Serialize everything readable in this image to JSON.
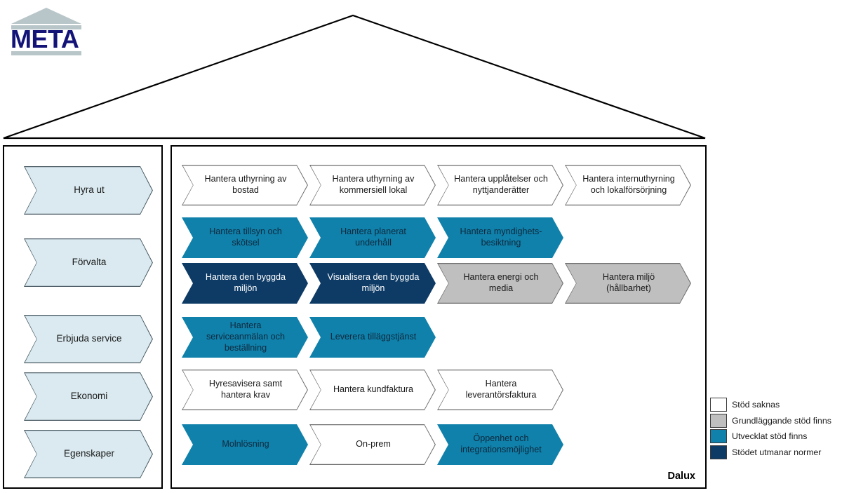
{
  "logo": {
    "text": "META",
    "icon": "pediment-logo-icon",
    "text_color": "#141478",
    "accent_color": "#b9c6c9"
  },
  "roof": {
    "icon": "house-roof-triangle-icon",
    "stroke_color": "#000000"
  },
  "sidebar": {
    "items": [
      {
        "label": "Hyra ut"
      },
      {
        "label": "Förvalta"
      },
      {
        "label": "Erbjuda service"
      },
      {
        "label": "Ekonomi"
      },
      {
        "label": "Egenskaper"
      }
    ]
  },
  "main": {
    "footer_label": "Dalux",
    "rows": [
      {
        "group": "hyra-ut",
        "cells": [
          {
            "label": "Hantera uthyrning av bostad",
            "status": "white",
            "width": 180
          },
          {
            "label": "Hantera uthyrning av kommersiell lokal",
            "status": "white",
            "width": 180
          },
          {
            "label": "Hantera upplåtelser och nyttjanderätter",
            "status": "white",
            "width": 180
          },
          {
            "label": "Hantera internuthyrning och lokalförsörjning",
            "status": "white",
            "width": 180
          }
        ]
      },
      {
        "group": "forvalta-1",
        "cells": [
          {
            "label": "Hantera tillsyn och skötsel",
            "status": "teal",
            "width": 180
          },
          {
            "label": "Hantera planerat underhåll",
            "status": "teal",
            "width": 180
          },
          {
            "label": "Hantera myndighets-besiktning",
            "status": "teal",
            "width": 180
          }
        ]
      },
      {
        "group": "forvalta-2",
        "cells": [
          {
            "label": "Hantera den byggda miljön",
            "status": "navy",
            "width": 180
          },
          {
            "label": "Visualisera den byggda miljön",
            "status": "navy",
            "width": 180
          },
          {
            "label": "Hantera energi och media",
            "status": "gray",
            "width": 180
          },
          {
            "label": "Hantera miljö (hållbarhet)",
            "status": "gray",
            "width": 180
          }
        ]
      },
      {
        "group": "erbjuda-service",
        "cells": [
          {
            "label": "Hantera serviceanmälan och beställning",
            "status": "teal",
            "width": 180
          },
          {
            "label": "Leverera tilläggstjänst",
            "status": "teal",
            "width": 180
          }
        ]
      },
      {
        "group": "ekonomi",
        "cells": [
          {
            "label": "Hyresavisera samt hantera krav",
            "status": "white",
            "width": 180
          },
          {
            "label": "Hantera kundfaktura",
            "status": "white",
            "width": 180
          },
          {
            "label": "Hantera leverantörsfaktura",
            "status": "white",
            "width": 180
          }
        ]
      },
      {
        "group": "egenskaper",
        "cells": [
          {
            "label": "Molnlösning",
            "status": "teal",
            "width": 180
          },
          {
            "label": "On-prem",
            "status": "white",
            "width": 180
          },
          {
            "label": "Öppenhet och integrationsmöjlighet",
            "status": "teal",
            "width": 180
          }
        ]
      }
    ]
  },
  "legend": {
    "items": [
      {
        "label": "Stöd saknas",
        "status": "white",
        "color": "#ffffff"
      },
      {
        "label": "Grundläggande stöd finns",
        "status": "gray",
        "color": "#bfbfbf"
      },
      {
        "label": "Utvecklat stöd finns",
        "status": "teal",
        "color": "#0f81ab"
      },
      {
        "label": "Stödet utmanar normer",
        "status": "navy",
        "color": "#0e3b66"
      }
    ]
  }
}
